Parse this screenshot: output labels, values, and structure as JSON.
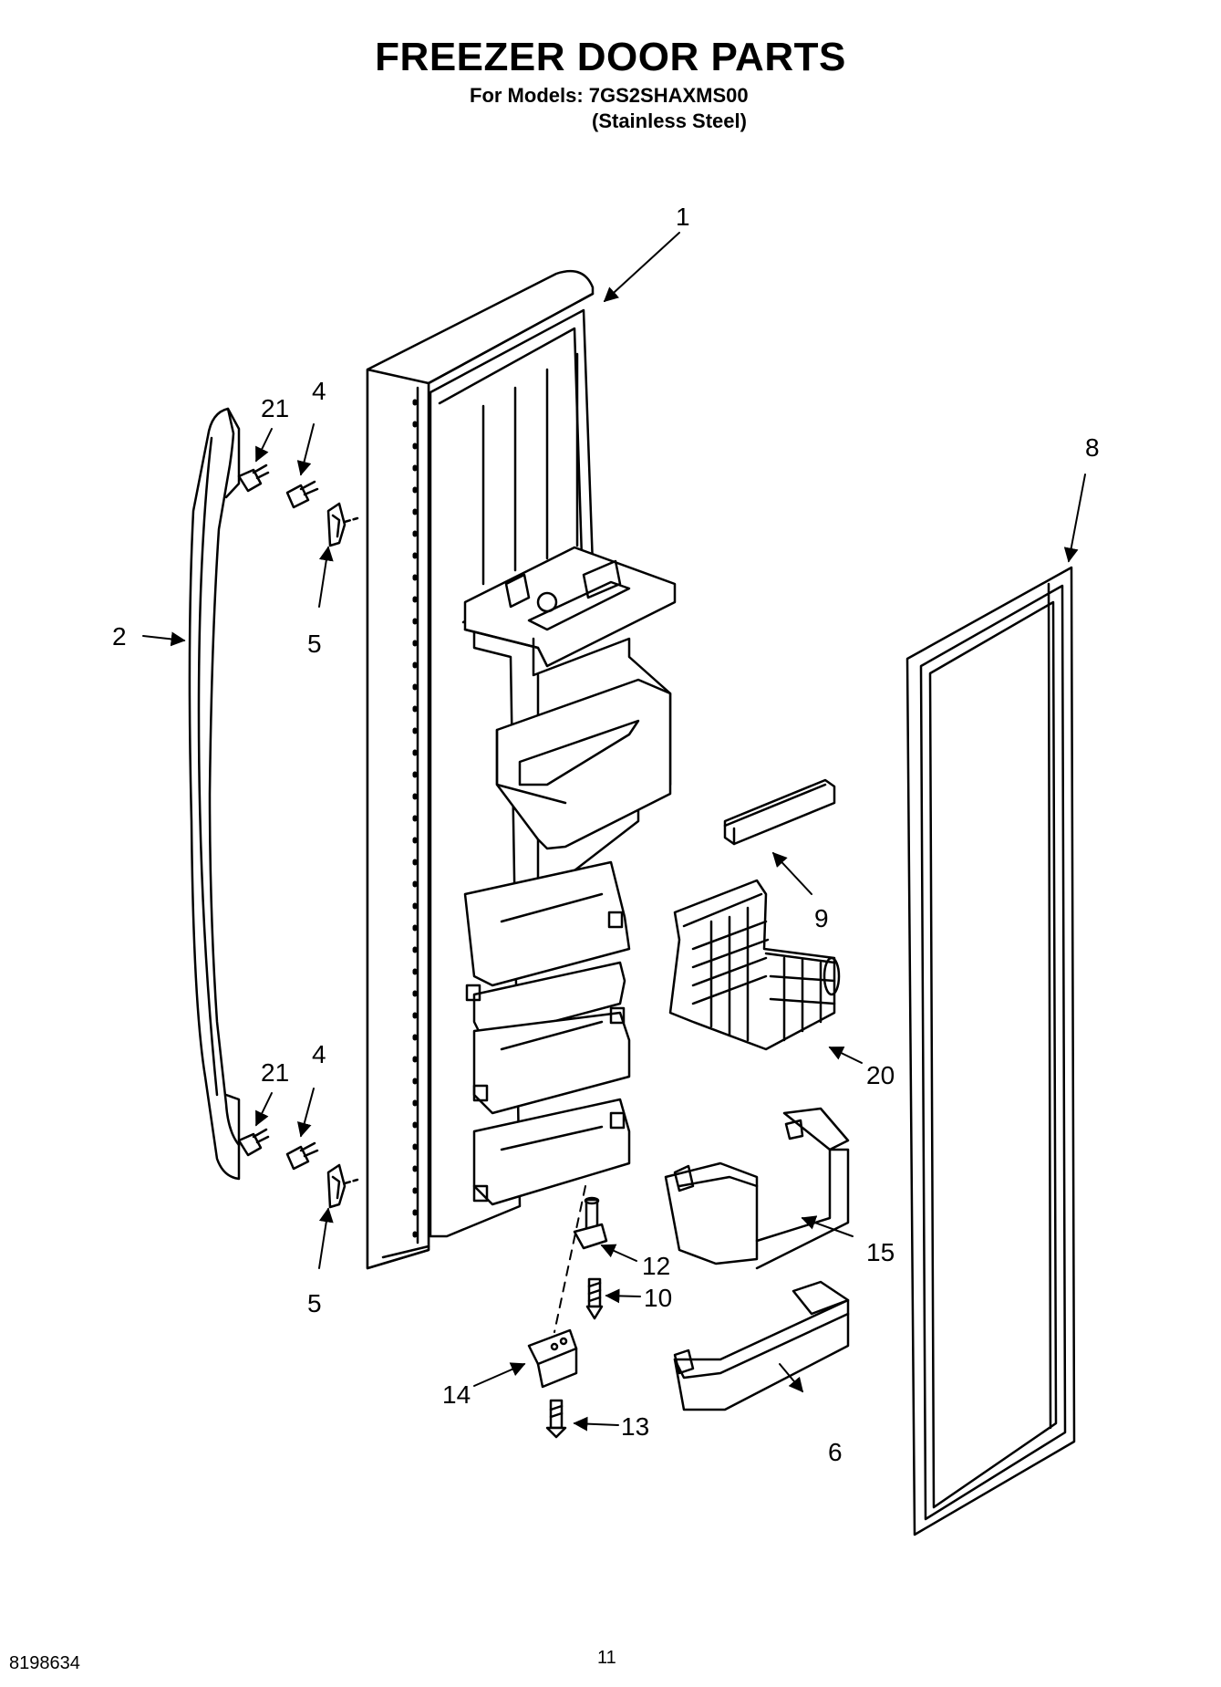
{
  "header": {
    "title": "FREEZER DOOR PARTS",
    "models_line": "For Models: 7GS2SHAXMS00",
    "finish_line": "(Stainless Steel)"
  },
  "callouts": {
    "c1": "1",
    "c2": "2",
    "c4a": "4",
    "c4b": "4",
    "c5a": "5",
    "c5b": "5",
    "c6": "6",
    "c8": "8",
    "c9": "9",
    "c10": "10",
    "c12": "12",
    "c13": "13",
    "c14": "14",
    "c15": "15",
    "c20": "20",
    "c21a": "21",
    "c21b": "21"
  },
  "footer": {
    "doc_number": "8198634",
    "page_number": "11"
  }
}
